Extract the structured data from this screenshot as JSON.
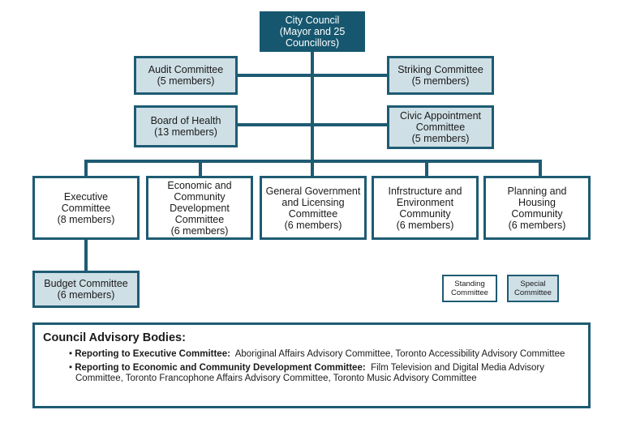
{
  "council": {
    "label": "City Council\n(Mayor and 25\nCouncillors)"
  },
  "special_committees": {
    "audit": "Audit Committee\n(5 members)",
    "striking": "Striking Committee\n(5 members)",
    "board_of_health": "Board of Health\n(13 members)",
    "civic_appointment": "Civic Appointment\nCommittee\n(5 members)"
  },
  "standing_committees": {
    "executive": "Executive\nCommittee\n(8 members)",
    "economic": "Economic and\nCommunity\nDevelopment\nCommittee\n(6 members)",
    "general_government": "General Government\nand Licensing\nCommittee\n(6 members)",
    "infrastructure": "Infrstructure and\nEnvironment\nCommunity\n(6 members)",
    "planning": "Planning and\nHousing\nCommunity\n(6 members)"
  },
  "budget": {
    "label": "Budget Committee\n(6 members)"
  },
  "legend": {
    "standing": "Standing\nCommittee",
    "special": "Special\nCommittee"
  },
  "advisory": {
    "title": "Council Advisory Bodies:",
    "items": [
      {
        "heading": "Reporting to Executive Committee:",
        "text": "Aboriginal Affairs Advisory Committee, Toronto Accessibility Advisory Committee"
      },
      {
        "heading": "Reporting to Economic and Community Development Committee:",
        "text": "Film Television and Digital Media Advisory Committee, Toronto Francophone Affairs Advisory Committee, Toronto Music Advisory Committee"
      }
    ]
  },
  "colors": {
    "accent": "#1e5b73",
    "council_fill": "#16576f",
    "special_fill": "#cfdfe6"
  }
}
